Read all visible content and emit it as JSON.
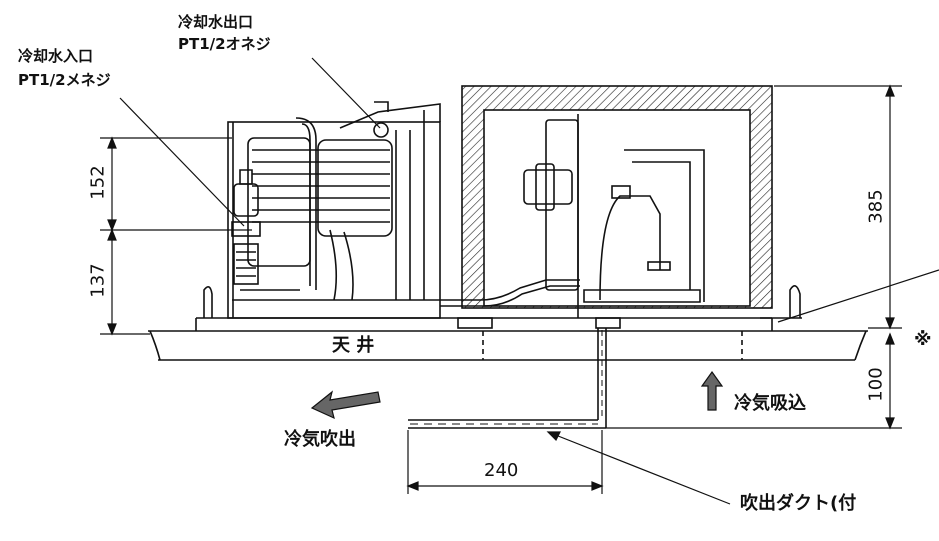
{
  "labels": {
    "outlet_line1": "冷却水出口",
    "outlet_line2": "PT1/2オネジ",
    "inlet_line1": "冷却水入口",
    "inlet_line2": "PT1/2メネジ",
    "ceiling": "天 井",
    "cold_air_out": "冷気吹出",
    "cold_air_in": "冷気吸込",
    "duct": "吹出ダクト(付",
    "note_mark": "※"
  },
  "dimensions": {
    "d152": "152",
    "d137": "137",
    "d385": "385",
    "d100": "100",
    "d240": "240"
  },
  "colors": {
    "ink": "#111111",
    "arrow_fill": "#666666"
  }
}
